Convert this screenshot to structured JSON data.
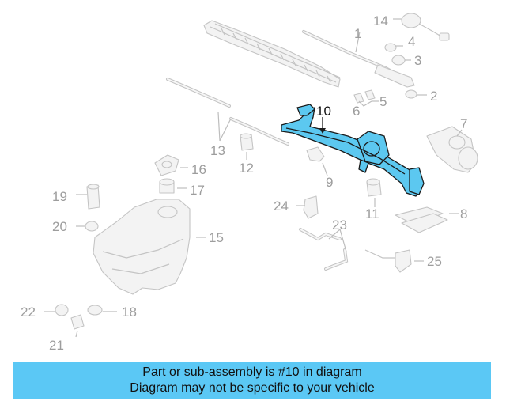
{
  "callouts": {
    "c1": "1",
    "c2": "2",
    "c3": "3",
    "c4": "4",
    "c5": "5",
    "c6": "6",
    "c7": "7",
    "c8": "8",
    "c9": "9",
    "c10": "10",
    "c11": "11",
    "c12": "12",
    "c13": "13",
    "c14": "14",
    "c15": "15",
    "c16": "16",
    "c17": "17",
    "c18": "18",
    "c19": "19",
    "c20": "20",
    "c21": "21",
    "c22": "22",
    "c23": "23",
    "c24": "24",
    "c25": "25"
  },
  "highlighted_part": "10",
  "banner": {
    "line1": "Part or sub-assembly is #10 in diagram",
    "line2": "Diagram may not be specific to your vehicle"
  },
  "colors": {
    "highlight": "#5cc8f0",
    "banner_bg": "#5bc8f5",
    "ghost_stroke": "#c4c4c4"
  }
}
